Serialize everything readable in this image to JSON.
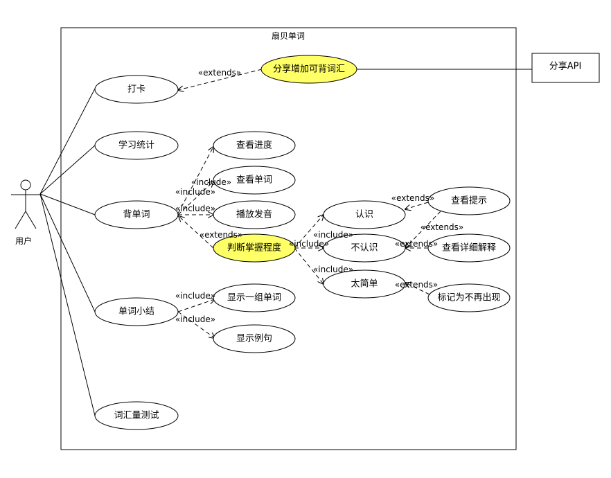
{
  "system": {
    "title": "扇贝单词"
  },
  "actors": {
    "user": "用户",
    "share_api": "分享API"
  },
  "use_cases": {
    "checkin": "打卡",
    "study_stats": "学习统计",
    "memorize": "背单词",
    "word_summary": "单词小结",
    "vocab_test": "词汇量测试",
    "view_progress": "查看进度",
    "view_word": "查看单词",
    "play_audio": "播放发音",
    "judge_mastery": "判断掌握程度",
    "share_add_words": "分享增加可背词汇",
    "know": "认识",
    "dont_know": "不认识",
    "too_easy": "太简单",
    "view_hint": "查看提示",
    "view_detail": "查看详细解释",
    "mark_no_show": "标记为不再出现",
    "show_group": "显示一组单词",
    "show_example": "显示例句"
  },
  "relations": {
    "extends": "«extends»",
    "include": "«include»"
  },
  "colors": {
    "highlight": "#ffff66",
    "line": "#000000",
    "background": "#ffffff"
  }
}
